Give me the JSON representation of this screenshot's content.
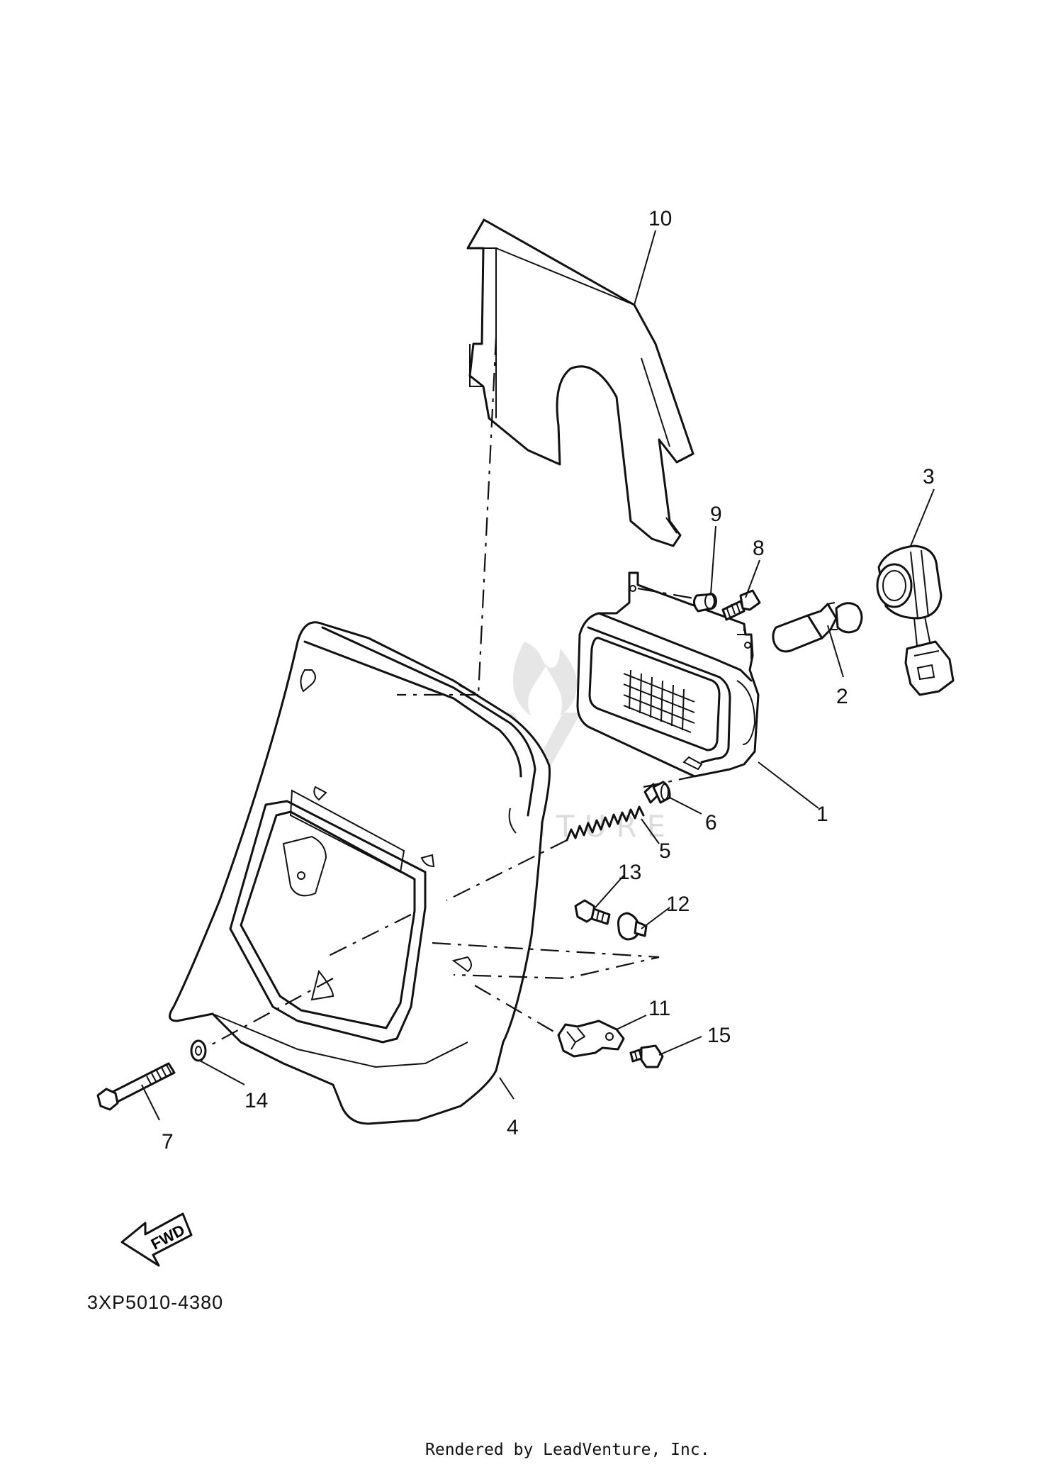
{
  "callouts": [
    {
      "id": "1",
      "label": "1"
    },
    {
      "id": "2",
      "label": "2"
    },
    {
      "id": "3",
      "label": "3"
    },
    {
      "id": "4",
      "label": "4"
    },
    {
      "id": "5",
      "label": "5"
    },
    {
      "id": "6",
      "label": "6"
    },
    {
      "id": "7",
      "label": "7"
    },
    {
      "id": "8",
      "label": "8"
    },
    {
      "id": "9",
      "label": "9"
    },
    {
      "id": "10",
      "label": "10"
    },
    {
      "id": "11",
      "label": "11"
    },
    {
      "id": "12",
      "label": "12"
    },
    {
      "id": "13",
      "label": "13"
    },
    {
      "id": "14",
      "label": "14"
    },
    {
      "id": "15",
      "label": "15"
    }
  ],
  "fwd_label": "FWD",
  "watermark": "LEADVENTURE",
  "diagram_code": "3XP5010-4380",
  "footer": "Rendered by LeadVenture, Inc."
}
